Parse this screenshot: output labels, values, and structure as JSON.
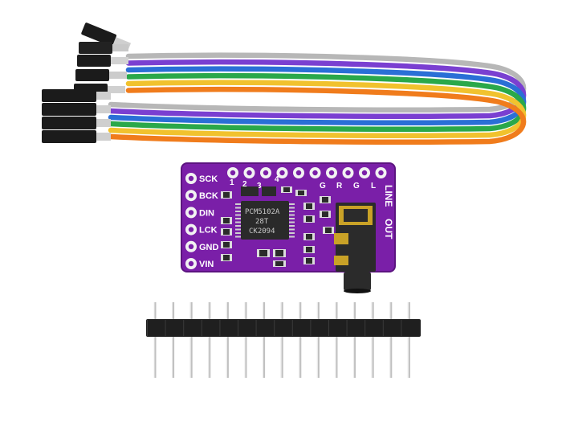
{
  "product": {
    "left_pin_labels": [
      "SCK",
      "BCK",
      "DIN",
      "LCK",
      "GND",
      "VIN"
    ],
    "top_pin_labels": [
      "1",
      "2",
      "3",
      "4",
      "G",
      "R",
      "G",
      "L"
    ],
    "line_out_label": [
      "LINE",
      "OUT"
    ],
    "chip_marking": [
      "PCM5102A",
      "28T",
      "CK2094"
    ],
    "colors": {
      "board": "#7a1fa8",
      "pad": "#f2f2f2",
      "chip": "#2a2a2a",
      "jack_metal": "#c9a227",
      "header_plastic": "#1f1f1f",
      "pins": "#c0c0c0"
    },
    "jumper_wire_colors": [
      "#b7b7b7",
      "#7a3fd1",
      "#2a6fd6",
      "#2aa84a",
      "#f1c22e",
      "#f07c1c"
    ],
    "header_pin_count": 15
  }
}
